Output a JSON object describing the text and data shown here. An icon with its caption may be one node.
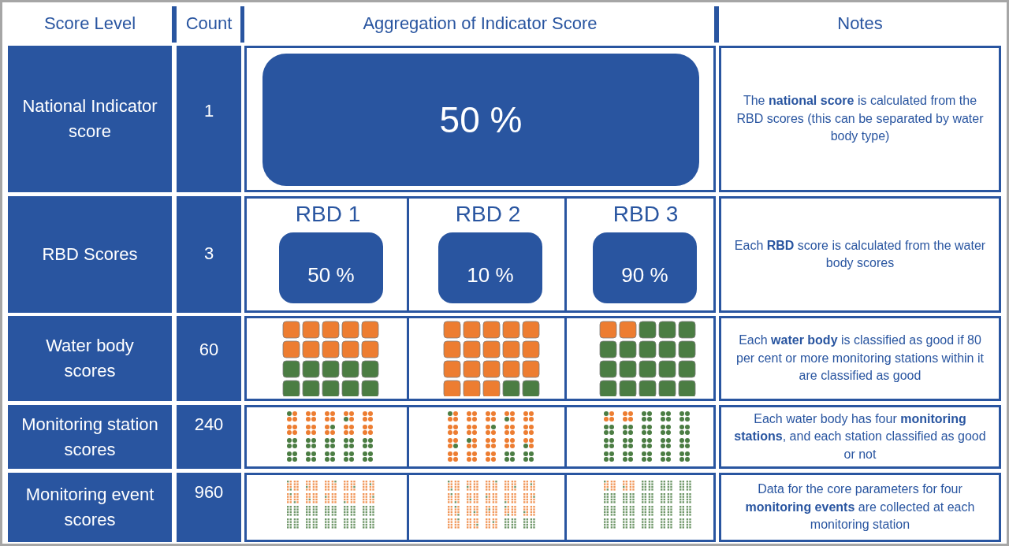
{
  "diagram": {
    "nodes": [
      {
        "text": [
          "50 %"
        ]
      },
      {
        "text": [
          "RBD 1",
          "50 %"
        ]
      },
      {
        "text": [
          "RBD 2",
          "10 %"
        ]
      },
      {
        "text": [
          "RBD 3",
          "90 %"
        ]
      }
    ],
    "labels": [
      "Score Level",
      "Count",
      "Aggregation of Indicator Score",
      "Notes",
      "National Indicator score",
      "1",
      "The **national score** is calculated from the RBD scores (this can be separated by water body type)",
      "RBD Scores",
      "3",
      "Each **RBD** score is calculated from the water body scores",
      "Water body scores",
      "60",
      "Each **water body** is classified as good if 80 per cent or more monitoring stations within it are classified as good",
      "Monitoring station scores",
      "240",
      "Each water body has four **monitoring stations**, and each station classified as good or not",
      "Monitoring event scores",
      "960",
      "Data for the core parameters for four **monitoring events** are collected at each monitoring station"
    ]
  }
}
